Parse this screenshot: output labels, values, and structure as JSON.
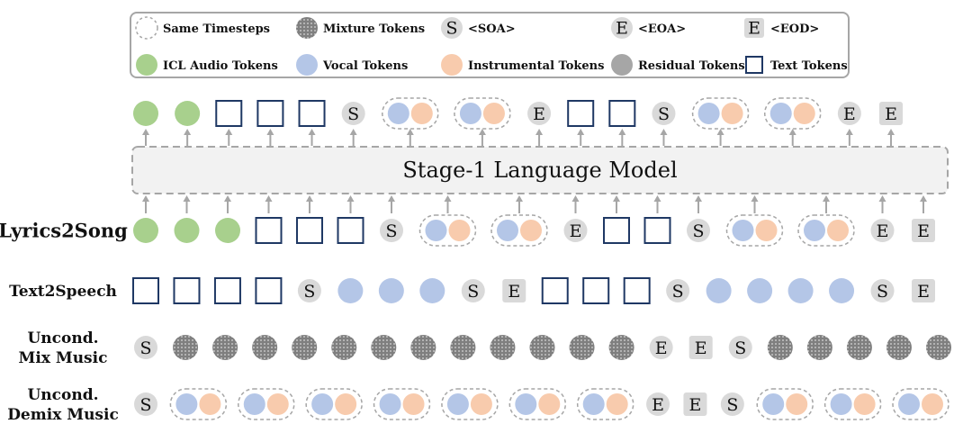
{
  "colors": {
    "icl": "#a8d08d",
    "vocal": "#b4c6e7",
    "instrumental": "#f8cbad",
    "residual": "#a6a6a6",
    "special": "#d9d9d9",
    "text_border": "#1f3864",
    "arrow": "#a6a6a6",
    "model_fill": "#f2f2f2",
    "model_border": "#a6a6a6",
    "legend_border": "#a6a6a6"
  },
  "legend": {
    "items": [
      {
        "kind": "timestep",
        "label": "Same Timesteps"
      },
      {
        "kind": "mixture",
        "label": "Mixture Tokens"
      },
      {
        "kind": "soa",
        "letter": "S",
        "label": "<SOA>"
      },
      {
        "kind": "eoa",
        "letter": "E",
        "label": "<EOA>"
      },
      {
        "kind": "eod",
        "letter": "E",
        "label": "<EOD>"
      },
      {
        "kind": "icl",
        "label": "ICL Audio Tokens"
      },
      {
        "kind": "vocal",
        "label": "Vocal Tokens"
      },
      {
        "kind": "instrumental",
        "label": "Instrumental Tokens"
      },
      {
        "kind": "residual",
        "label": "Residual Tokens"
      },
      {
        "kind": "text",
        "label": "Text Tokens"
      }
    ]
  },
  "model": {
    "label": "Stage-1 Language Model"
  },
  "output_row": [
    "icl",
    "icl",
    "text",
    "text",
    "text",
    "soa",
    "pair",
    "pair",
    "eoa",
    "text",
    "text",
    "soa",
    "pair",
    "pair",
    "eoa",
    "eod"
  ],
  "rows": [
    {
      "name": "lyrics2song",
      "label_lines": [
        "Lyrics2Song"
      ],
      "tokens": [
        "icl",
        "icl",
        "icl",
        "text",
        "text",
        "text",
        "soa",
        "pair",
        "pair",
        "eoa",
        "text",
        "text",
        "soa",
        "pair",
        "pair",
        "eoa",
        "eod"
      ]
    },
    {
      "name": "text2speech",
      "label_lines": [
        "Text2Speech"
      ],
      "tokens": [
        "text",
        "text",
        "text",
        "text",
        "soa",
        "vocal",
        "vocal",
        "vocal",
        "soa",
        "eod",
        "text",
        "text",
        "text",
        "soa",
        "vocal",
        "vocal",
        "vocal",
        "vocal",
        "soa",
        "eod"
      ]
    },
    {
      "name": "uncond-mix-music",
      "label_lines": [
        "Uncond.",
        "Mix Music"
      ],
      "tokens": [
        "soa",
        "mixture",
        "mixture",
        "mixture",
        "mixture",
        "mixture",
        "mixture",
        "mixture",
        "mixture",
        "mixture",
        "mixture",
        "mixture",
        "mixture",
        "eoa",
        "eod",
        "soa",
        "mixture",
        "mixture",
        "mixture",
        "mixture",
        "mixture"
      ]
    },
    {
      "name": "uncond-demix-music",
      "label_lines": [
        "Uncond.",
        "Demix Music"
      ],
      "tokens": [
        "soa",
        "pair",
        "pair",
        "pair",
        "pair",
        "pair",
        "pair",
        "pair",
        "eoa",
        "eod",
        "soa",
        "pair",
        "pair",
        "pair"
      ]
    }
  ]
}
